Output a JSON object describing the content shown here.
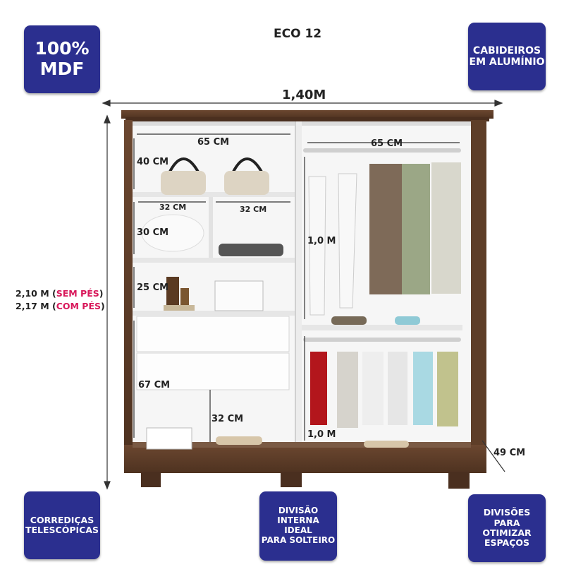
{
  "title": "ECO 12",
  "badges": {
    "mdf": {
      "line1": "100%",
      "line2": "MDF"
    },
    "aluminio": {
      "line1": "CABIDEIROS",
      "line2": "EM ALUMÍNIO"
    },
    "corredicas": {
      "line1": "CORREDIÇAS",
      "line2": "TELESCÓPICAS"
    },
    "divisao": {
      "line1": "DIVISÃO INTERNA",
      "line2": "IDEAL",
      "line3": "PARA SOLTEIRO"
    },
    "divisoes": {
      "line1": "DIVISÕES",
      "line2": "PARA OTIMIZAR",
      "line3": "ESPAÇOS"
    }
  },
  "dimensions": {
    "width": "1,40M",
    "height_sem_pes_value": "2,10 M (",
    "height_sem_pes_note": "SEM PÉS",
    "height_com_pes_value": "2,17 M (",
    "height_com_pes_note": "COM PÉS",
    "close_paren": ")",
    "depth": "49 CM"
  },
  "measures": {
    "top_left_width": "65 CM",
    "top_left_height": "40 CM",
    "mid_left_width": "32 CM",
    "mid_right_width": "32 CM",
    "shelf_height_30": "30 CM",
    "shelf_height_25": "25 CM",
    "drawers_height": "67 CM",
    "bottom_height": "32 CM",
    "right_width": "65 CM",
    "upper_hang": "1,0 M",
    "lower_hang": "1,0 M"
  },
  "colors": {
    "badge_bg": "#2b2f8f",
    "wood": "#5a3b26",
    "interior": "#f4f4f4",
    "highlight": "#d8175a"
  }
}
